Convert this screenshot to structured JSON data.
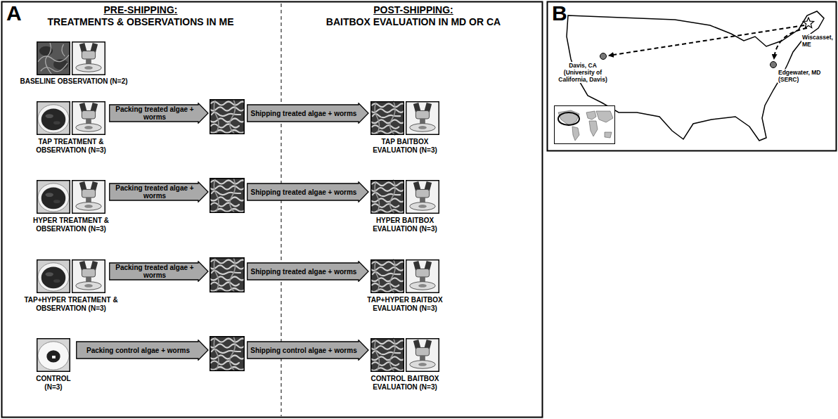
{
  "diagram": {
    "nodes": [
      {
        "text": [
          "BASELINE OBSERVATION (N=2)"
        ]
      },
      {
        "text": [
          "TAP TREATMENT & OBSERVATION (N=3)"
        ]
      },
      {
        "text": [
          "Packing treated algae + worms"
        ]
      },
      {
        "text": [
          "Shipping treated algae + worms"
        ]
      },
      {
        "text": [
          "TAP BAITBOX EVALUATION (N=3)"
        ]
      },
      {
        "text": [
          "HYPER TREATMENT & OBSERVATION (N=3)"
        ]
      },
      {
        "text": [
          "Packing treated algae + worms"
        ]
      },
      {
        "text": [
          "Shipping treated algae + worms"
        ]
      },
      {
        "text": [
          "HYPER BAITBOX EVALUATION (N=3)"
        ]
      },
      {
        "text": [
          "TAP+HYPER TREATMENT & OBSERVATION (N=3)"
        ]
      },
      {
        "text": [
          "Packing treated algae + worms"
        ]
      },
      {
        "text": [
          "Shipping treated algae + worms"
        ]
      },
      {
        "text": [
          "TAP+HYPER BAITBOX EVALUATION (N=3)"
        ]
      },
      {
        "text": [
          "CONTROL (N=3)"
        ]
      },
      {
        "text": [
          "Packing control algae + worms"
        ]
      },
      {
        "text": [
          "Shipping control algae + worms"
        ]
      },
      {
        "text": [
          "CONTROL BAITBOX EVALUATION (N=3)"
        ]
      }
    ],
    "labels": [
      "A",
      "PRE-SHIPPING:",
      "TREATMENTS & OBSERVATIONS IN ME",
      "POST-SHIPPING:",
      "BAITBOX EVALUATION IN MD OR CA",
      "B",
      "Davis, CA (University of California, Davis)",
      "Wiscasset, ME",
      "Edgewater, MD (SERC)"
    ]
  }
}
